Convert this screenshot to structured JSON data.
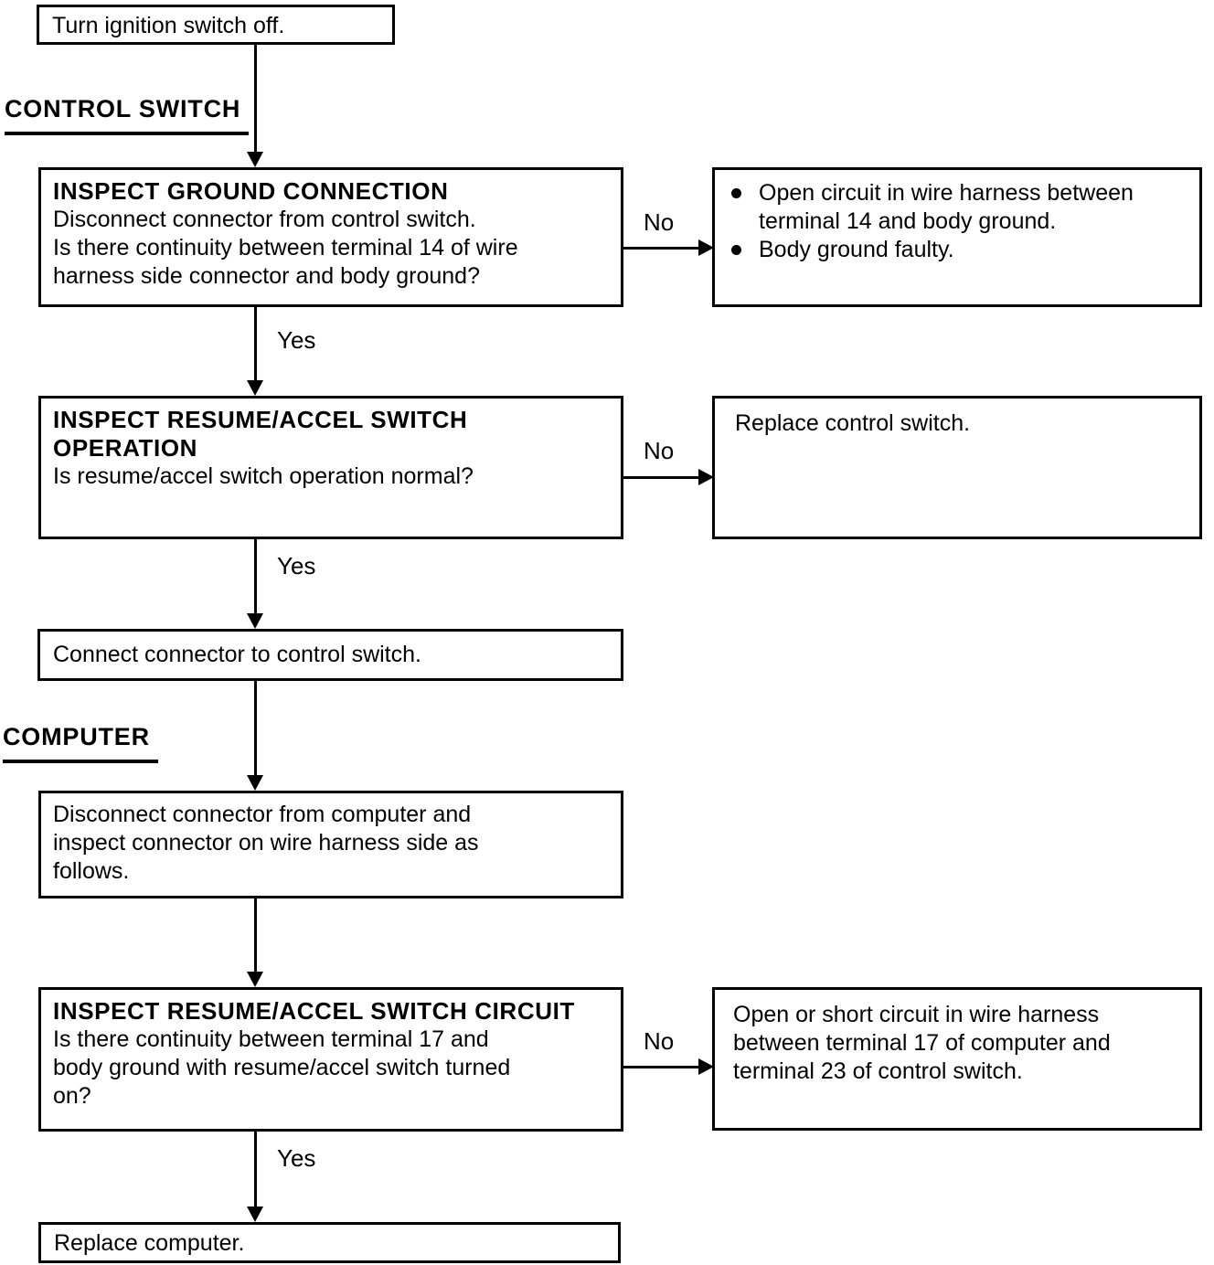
{
  "page": {
    "background": "#ffffff",
    "ink": "#000000"
  },
  "labels": {
    "yes": "Yes",
    "no": "No"
  },
  "sections": {
    "control_switch": "CONTROL SWITCH",
    "computer": "COMPUTER"
  },
  "boxes": {
    "start": "Turn ignition switch off.",
    "inspect_ground": {
      "title": "INSPECT GROUND CONNECTION",
      "body": "Disconnect connector from control switch.\nIs there continuity between terminal 14 of wire\nharness side connector and body ground?"
    },
    "ground_fail": {
      "items": [
        "Open circuit in wire harness between\nterminal 14 and body ground.",
        "Body ground faulty."
      ]
    },
    "inspect_resume_operation": {
      "title": "INSPECT RESUME/ACCEL SWITCH\nOPERATION",
      "body": "Is resume/accel switch operation normal?"
    },
    "resume_operation_fail": "Replace control switch.",
    "connect_connector": "Connect connector to control switch.",
    "disconnect_computer": "Disconnect connector from computer and\ninspect connector on wire harness side as\nfollows.",
    "inspect_resume_circuit": {
      "title": "INSPECT RESUME/ACCEL SWITCH CIRCUIT",
      "body": "Is there continuity between terminal 17 and\nbody ground with resume/accel switch turned\non?"
    },
    "resume_circuit_fail": "Open or short circuit in wire harness\nbetween terminal 17 of computer and\nterminal 23 of control switch.",
    "replace_computer": "Replace computer."
  }
}
